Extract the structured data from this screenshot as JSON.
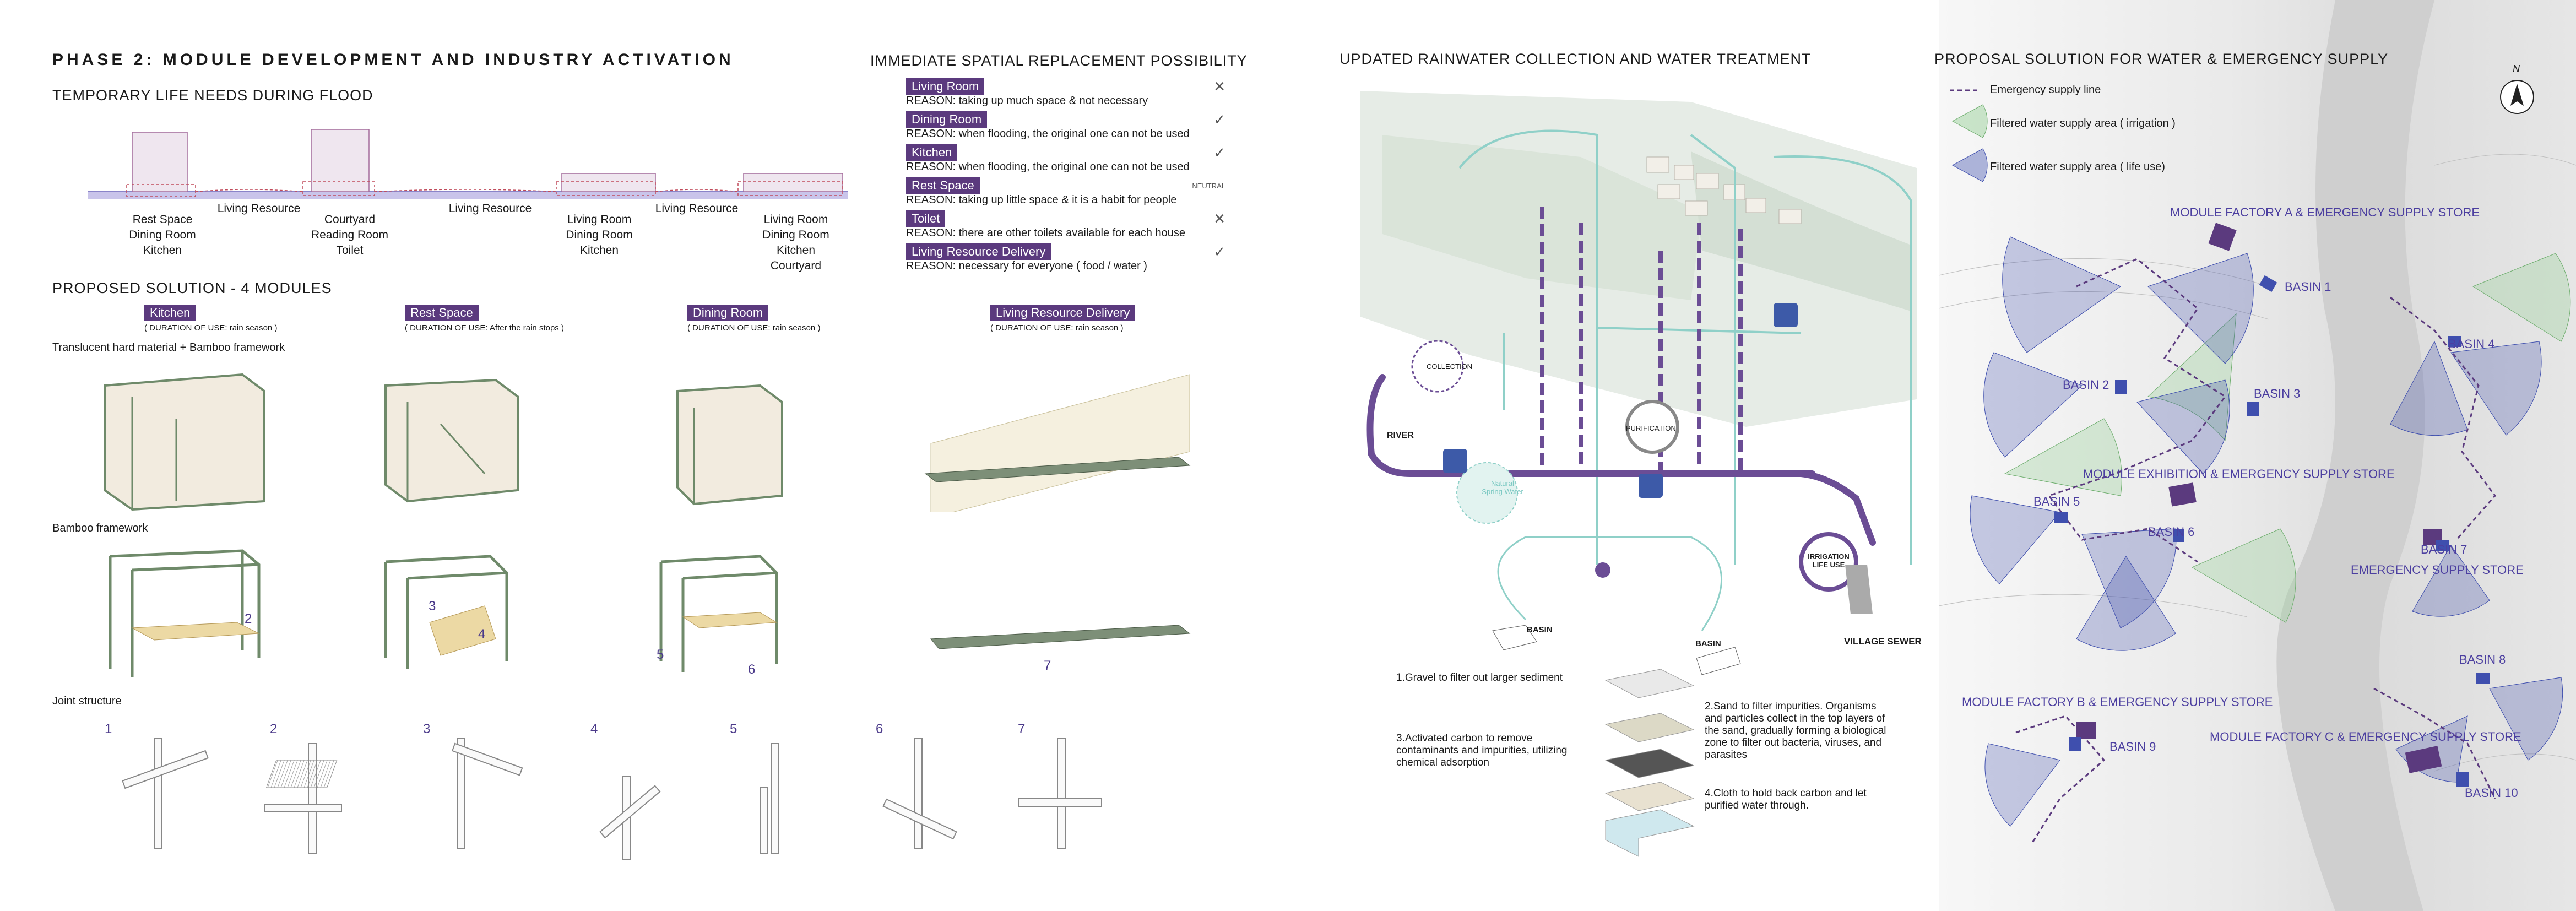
{
  "phase_title": "PHASE 2: MODULE DEVELOPMENT AND INDUSTRY ACTIVATION",
  "temporary": {
    "title": "TEMPORARY LIFE NEEDS DURING FLOOD",
    "groups": [
      {
        "lines": [
          "Rest Space",
          "Dining Room",
          "Kitchen"
        ]
      },
      {
        "lines": [
          "Living Resource"
        ]
      },
      {
        "lines": [
          "Courtyard",
          "Reading Room",
          "Toilet"
        ]
      },
      {
        "lines": [
          "Living Resource"
        ]
      },
      {
        "lines": [
          "Living Room",
          "Dining Room",
          "Kitchen"
        ]
      },
      {
        "lines": [
          "Living Resource"
        ]
      },
      {
        "lines": [
          "Living Room",
          "Dining Room",
          "Kitchen",
          "Courtyard"
        ]
      }
    ]
  },
  "replacement": {
    "title": "IMMEDIATE SPATIAL REPLACEMENT POSSIBILITY",
    "items": [
      {
        "tag": "Living Room",
        "reason": "REASON: taking up much space & not necessary",
        "mark": "✕"
      },
      {
        "tag": "Dining Room",
        "reason": "REASON: when flooding, the original one can not be used",
        "mark": "✓"
      },
      {
        "tag": "Kitchen",
        "reason": "REASON: when flooding, the original one can not be used",
        "mark": "✓"
      },
      {
        "tag": "Rest Space",
        "reason": "REASON: taking up little space & it is a habit for people",
        "mark": "NEUTRAL"
      },
      {
        "tag": "Toilet",
        "reason": "REASON: there are other toilets available for each house",
        "mark": "✕"
      },
      {
        "tag": "Living Resource Delivery",
        "reason": "REASON: necessary for everyone ( food / water )",
        "mark": "✓"
      }
    ]
  },
  "proposed": {
    "title": "PROPOSED SOLUTION - 4 MODULES",
    "modules": [
      {
        "tag": "Kitchen",
        "duration": "( DURATION OF USE: rain season )"
      },
      {
        "tag": "Rest Space",
        "duration": "( DURATION OF USE: After the rain stops )"
      },
      {
        "tag": "Dining Room",
        "duration": "( DURATION OF USE: rain season )"
      },
      {
        "tag": "Living Resource Delivery",
        "duration": "( DURATION OF USE: rain season )"
      }
    ],
    "row1_label": "Translucent hard material + Bamboo framework",
    "row2_label": "Bamboo framework",
    "row3_label": "Joint structure",
    "joint_numbers": [
      "1",
      "2",
      "3",
      "4",
      "5",
      "6",
      "7"
    ],
    "callouts": [
      "2",
      "3",
      "4",
      "5",
      "6",
      "7"
    ]
  },
  "rainwater": {
    "title": "UPDATED RAINWATER COLLECTION AND WATER TREATMENT",
    "labels": {
      "collection": "COLLECTION",
      "purification": "PURIFICATION",
      "river": "RIVER",
      "natural": "Natural Spring Water",
      "irrigation": "IRRIGATION LIFE USE",
      "basin1": "BASIN",
      "basin2": "BASIN",
      "sewer": "VILLAGE SEWER"
    },
    "steps": {
      "s1": "1.Gravel to filter out larger sediment",
      "s2": "2.Sand to filter impurities. Organisms and particles collect in the top layers of the sand, gradually forming a biological zone to filter out bacteria, viruses, and parasites",
      "s3": "3.Activated carbon to remove contaminants and impurities, utilizing chemical adsorption",
      "s4": "4.Cloth to hold back carbon and let purified water through."
    }
  },
  "proposal": {
    "title": "PROPOSAL SOLUTION FOR WATER & EMERGENCY SUPPLY",
    "legend": [
      "Emergency supply line",
      "Filtered water supply area ( irrigation )",
      "Filtered water supply area ( life use)"
    ],
    "north": "N",
    "labels": {
      "factoryA": "MODULE FACTORY A & EMERGENCY SUPPLY STORE",
      "exhibition": "MODULE EXHIBITION & EMERGENCY SUPPLY STORE",
      "emergency": "EMERGENCY SUPPLY STORE",
      "factoryB": "MODULE FACTORY B & EMERGENCY SUPPLY STORE",
      "factoryC": "MODULE FACTORY C & EMERGENCY SUPPLY STORE",
      "b1": "BASIN 1",
      "b2": "BASIN 2",
      "b3": "BASIN 3",
      "b4": "BASIN 4",
      "b5": "BASIN 5",
      "b6": "BASIN 6",
      "b7": "BASIN 7",
      "b8": "BASIN 8",
      "b9": "BASIN 9",
      "b10": "BASIN 10"
    }
  },
  "colors": {
    "purple": "#5b3a7e",
    "light_purple": "#7b5ea7",
    "teal": "#7cc9c3",
    "green": "#7fbf7b",
    "blue_fan": "#3f4fae"
  }
}
